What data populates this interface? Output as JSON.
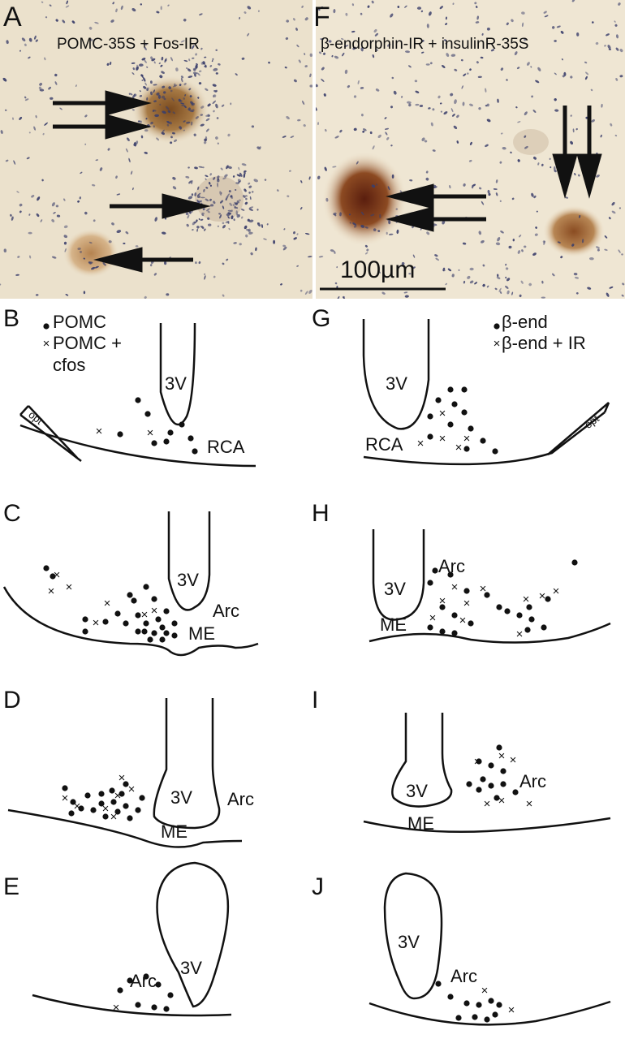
{
  "figure": {
    "panels": {
      "A": {
        "letter": "A",
        "caption": "POMC-35S + Fos-IR"
      },
      "F": {
        "letter": "F",
        "caption": "β-endorphin-IR + insulinR-35S",
        "scale_bar": "100µm"
      },
      "B": {
        "letter": "B",
        "legend_dot": "POMC",
        "legend_x_line1": "POMC +",
        "legend_x_line2": "cfos",
        "ventricle": "3V",
        "region": "RCA",
        "tract": "opt"
      },
      "C": {
        "letter": "C",
        "ventricle": "3V",
        "region": "Arc",
        "eminence": "ME"
      },
      "D": {
        "letter": "D",
        "ventricle": "3V",
        "region": "Arc",
        "eminence": "ME"
      },
      "E": {
        "letter": "E",
        "ventricle": "3V",
        "region": "Arc"
      },
      "G": {
        "letter": "G",
        "legend_dot": "β-end",
        "legend_x": "β-end + IR",
        "ventricle": "3V",
        "region": "RCA",
        "tract": "opt"
      },
      "H": {
        "letter": "H",
        "ventricle": "3V",
        "region": "Arc",
        "eminence": "ME"
      },
      "I": {
        "letter": "I",
        "ventricle": "3V",
        "region": "Arc",
        "eminence": "ME"
      },
      "J": {
        "letter": "J",
        "ventricle": "3V",
        "region": "Arc"
      }
    },
    "colors": {
      "line": "#111111",
      "photo_bg": "#ede3cf",
      "stain_brown": "#8a5a2b",
      "grain": "#3a3f66"
    }
  }
}
